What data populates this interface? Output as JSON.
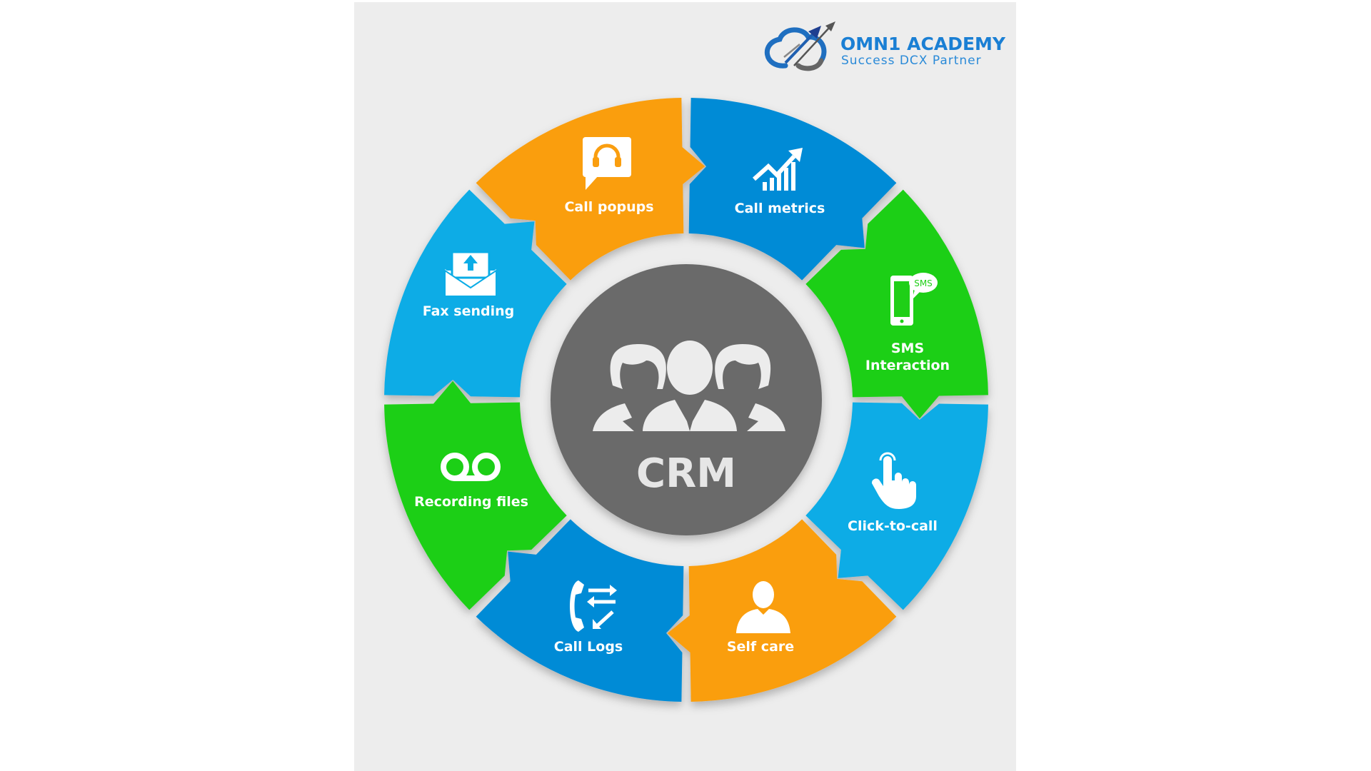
{
  "logo": {
    "title": "OMN1 ACADEMY",
    "subtitle": "Success DCX Partner",
    "title_color": "#1a7fd4",
    "subtitle_color": "#2a8ad8"
  },
  "center": {
    "label": "CRM",
    "icon": "people-group-icon",
    "color": "#6b6b6b"
  },
  "segments": [
    {
      "label": "Call popups",
      "icon": "headset-chat-icon",
      "color": "#fa9e0f"
    },
    {
      "label": "Call metrics",
      "icon": "chart-growth-icon",
      "color": "#068bd6"
    },
    {
      "label": "SMS",
      "label2": "Interaction",
      "icon": "phone-sms-icon",
      "color": "#1fcf17"
    },
    {
      "label": "Click-to-call",
      "icon": "hand-pointer-icon",
      "color": "#0aace6"
    },
    {
      "label": "Self care",
      "icon": "user-icon",
      "color": "#fa9e0f"
    },
    {
      "label": "Call Logs",
      "icon": "phone-transfer-icon",
      "color": "#068bd6"
    },
    {
      "label": "Recording files",
      "icon": "voicemail-icon",
      "color": "#1fcf17"
    },
    {
      "label": "Fax sending",
      "icon": "envelope-upload-icon",
      "color": "#0aace6"
    }
  ]
}
